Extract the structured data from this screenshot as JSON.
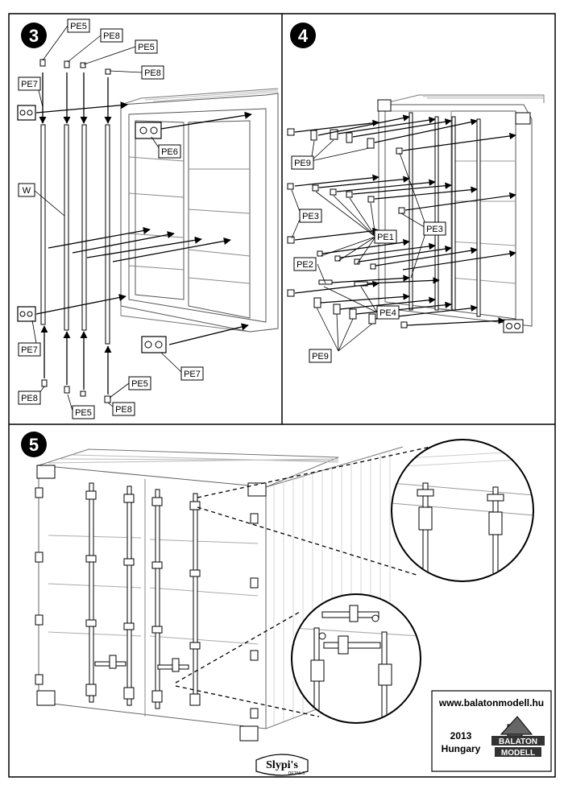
{
  "steps": [
    {
      "number": "3"
    },
    {
      "number": "4"
    },
    {
      "number": "5"
    }
  ],
  "step3_labels": {
    "pe5_a": "PE5",
    "pe8_a": "PE8",
    "pe5_b": "PE5",
    "pe8_b": "PE8",
    "pe7_a": "PE7",
    "pe6": "PE6",
    "w": "W",
    "pe7_b": "PE7",
    "pe8_c": "PE8",
    "pe5_c": "PE5",
    "pe5_d": "PE5",
    "pe8_d": "PE8",
    "pe7_c": "PE7"
  },
  "step4_labels": {
    "pe9_a": "PE9",
    "pe3_a": "PE3",
    "pe1": "PE1",
    "pe3_b": "PE3",
    "pe2": "PE2",
    "pe4": "PE4",
    "pe9_b": "PE9"
  },
  "info": {
    "website": "www.balatonmodell.hu",
    "year": "2013",
    "country": "Hungary",
    "logo_text_top": "BALATON",
    "logo_text_bottom": "MODELL"
  },
  "brand": {
    "name": "Slypi's",
    "sub": "DETAILS"
  }
}
